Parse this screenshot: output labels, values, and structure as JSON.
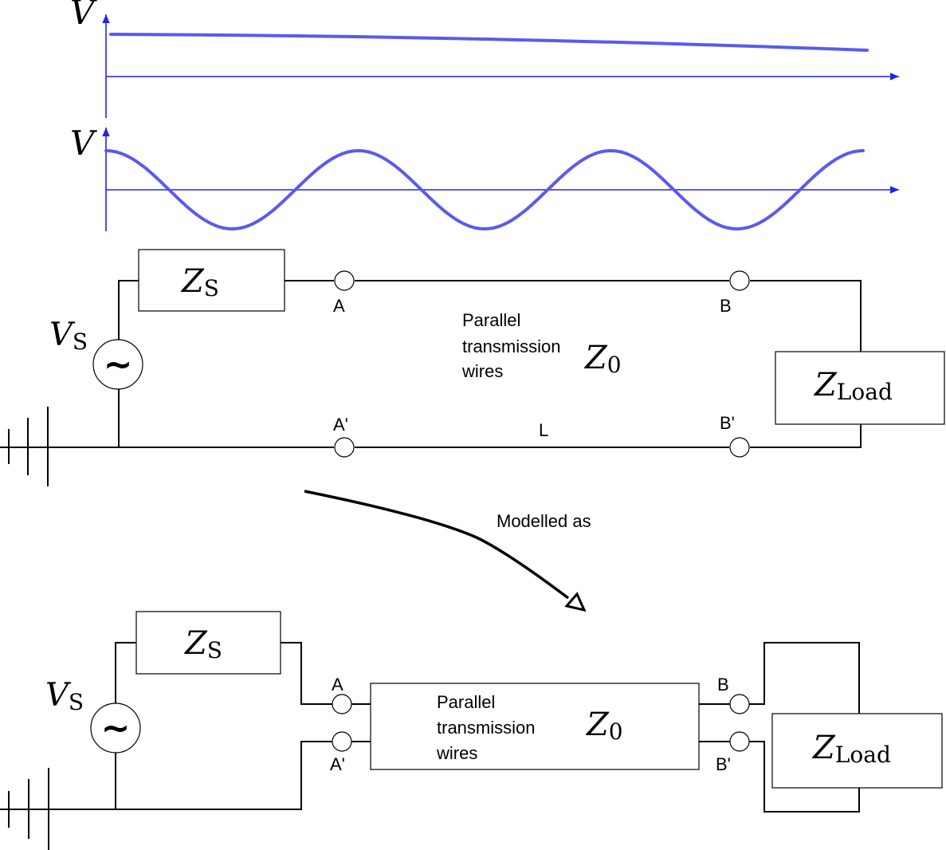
{
  "plots": {
    "top": {
      "axis_label": "V",
      "description_values": {}
    },
    "bottom": {
      "axis_label": "V"
    }
  },
  "circuit_top": {
    "source_impedance": "Z",
    "source_impedance_sub": "S",
    "source_voltage": "V",
    "source_voltage_sub": "S",
    "source_symbol": "~",
    "terminal_a": "A",
    "terminal_b": "B",
    "terminal_a_prime": "A'",
    "terminal_b_prime": "B'",
    "line_text_1": "Parallel",
    "line_text_2": "transmission",
    "line_text_3": "wires",
    "line_impedance": "Z",
    "line_impedance_sub": "0",
    "length_label": "L",
    "load_impedance": "Z",
    "load_impedance_sub": "Load"
  },
  "transition": {
    "label": "Modelled as"
  },
  "circuit_bottom": {
    "source_impedance": "Z",
    "source_impedance_sub": "S",
    "source_voltage": "V",
    "source_voltage_sub": "S",
    "source_symbol": "~",
    "terminal_a": "A",
    "terminal_a_prime": "A'",
    "terminal_b": "B",
    "terminal_b_prime": "B'",
    "line_text_1": "Parallel",
    "line_text_2": "transmission",
    "line_text_3": "wires",
    "line_impedance": "Z",
    "line_impedance_sub": "0",
    "load_impedance": "Z",
    "load_impedance_sub": "Load"
  },
  "colors": {
    "axis": "#2323e6",
    "waveform": "#5a5af0",
    "wire": "#000000"
  }
}
